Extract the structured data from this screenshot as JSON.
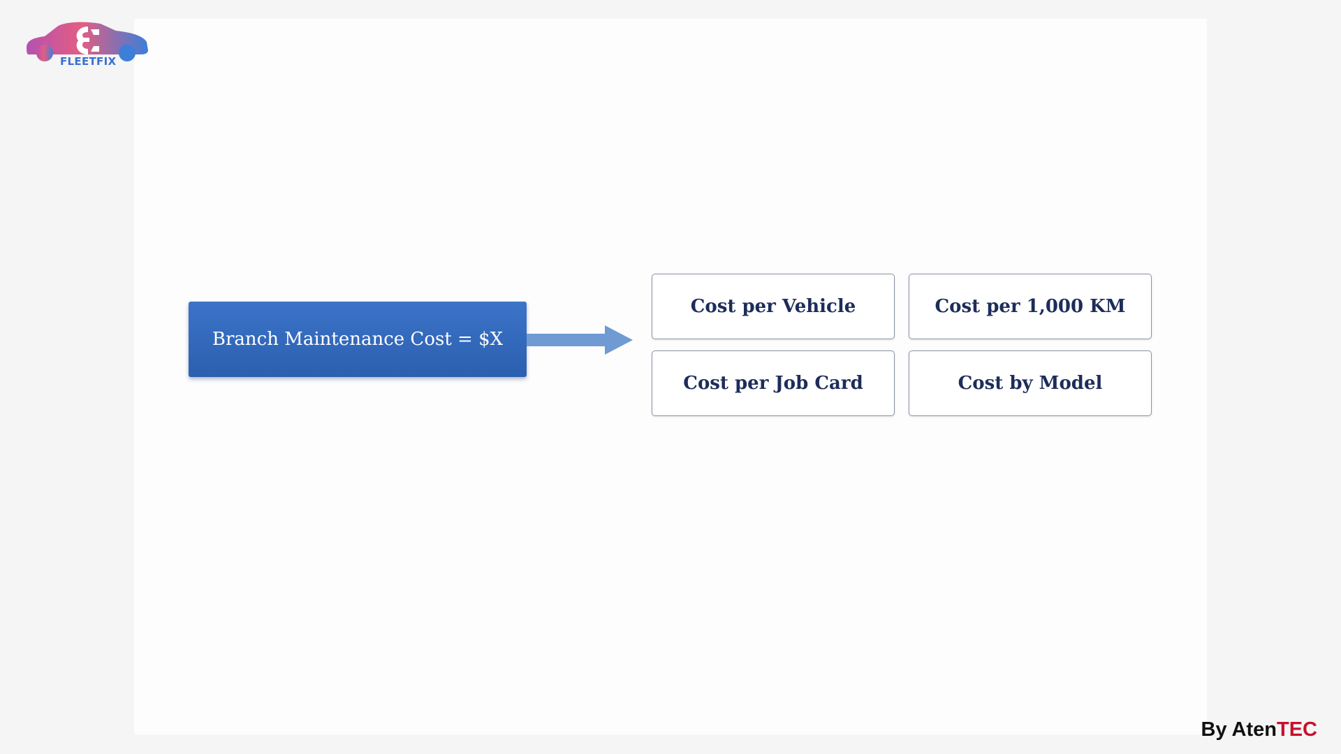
{
  "logo": {
    "text": "FLEETFIX",
    "icon": "car-wrench-icon",
    "colors": {
      "start": "#c251a9",
      "mid": "#e35d83",
      "end": "#3b7fd8"
    }
  },
  "diagram": {
    "source": "Branch Maintenance Cost = $X",
    "metrics": [
      "Cost per Vehicle",
      "Cost per 1,000 KM",
      "Cost per Job Card",
      "Cost by Model"
    ]
  },
  "credit": {
    "prefix": "By Aten",
    "accent": "TEC",
    "accent_color": "#c8102e"
  },
  "colors": {
    "source_box": "#2f66b8",
    "arrow": "#6f9ad3",
    "metric_text": "#1d2d5a",
    "metric_border": "#8a93a6"
  }
}
